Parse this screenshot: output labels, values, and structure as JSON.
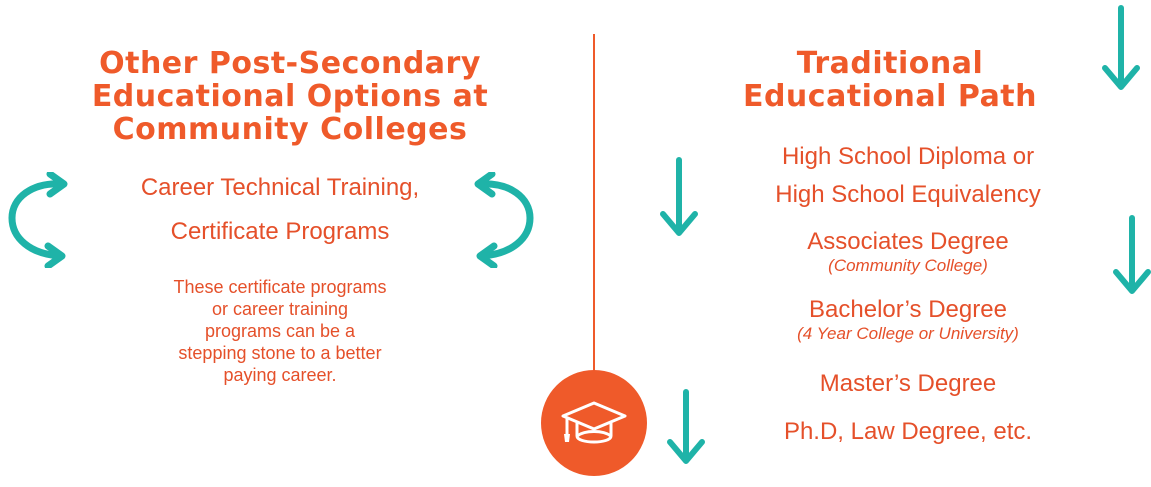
{
  "colors": {
    "accent": "#ef5a2a",
    "arrow": "#1fb3a8"
  },
  "left": {
    "heading_lines": [
      "Other Post-Secondary",
      "Educational Options at",
      "Community Colleges"
    ],
    "program_lines": [
      "Career Technical Training,",
      "Certificate Programs"
    ],
    "description_lines": [
      "These certificate programs",
      "or career training",
      "programs can be a",
      "stepping stone to a better",
      "paying career."
    ]
  },
  "right": {
    "heading_lines": [
      "Traditional",
      "Educational Path"
    ],
    "steps": [
      {
        "lines": [
          "High School Diploma or",
          "High School Equivalency"
        ],
        "note": ""
      },
      {
        "lines": [
          "Associates Degree"
        ],
        "note": "(Community College)"
      },
      {
        "lines": [
          "Bachelor’s Degree"
        ],
        "note": "(4 Year College or University)"
      },
      {
        "lines": [
          "Master’s Degree"
        ],
        "note": ""
      },
      {
        "lines": [
          "Ph.D, Law Degree, etc."
        ],
        "note": ""
      }
    ]
  },
  "icons": {
    "center": "graduation-cap-icon",
    "cycle": "curved-cycle-arrow-icon",
    "flow": "down-arrow-icon"
  }
}
